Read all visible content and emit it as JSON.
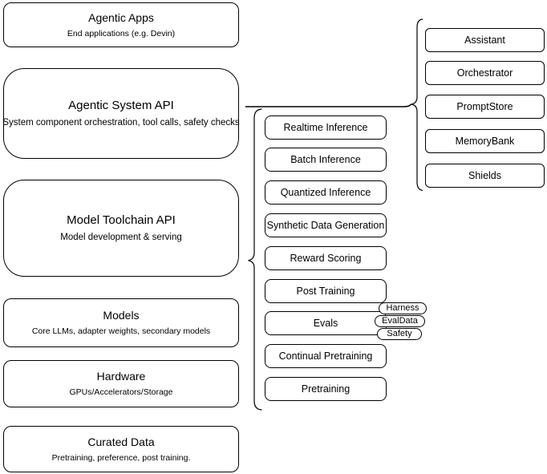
{
  "left_column": {
    "boxes": [
      {
        "title": "Agentic Apps",
        "subtitle": "End applications (e.g. Devin)"
      },
      {
        "title": "Agentic System API",
        "subtitle": "System component orchestration, tool calls, safety checks"
      },
      {
        "title": "Model Toolchain API",
        "subtitle": "Model development & serving"
      },
      {
        "title": "Models",
        "subtitle": "Core LLMs, adapter weights, secondary models"
      },
      {
        "title": "Hardware",
        "subtitle": "GPUs/Accelerators/Storage"
      },
      {
        "title": "Curated Data",
        "subtitle": "Pretraining, preference, post training."
      }
    ]
  },
  "middle_column": {
    "boxes": [
      {
        "label": "Realtime Inference"
      },
      {
        "label": "Batch Inference"
      },
      {
        "label": "Quantized Inference"
      },
      {
        "label": "Synthetic Data Generation"
      },
      {
        "label": "Reward Scoring"
      },
      {
        "label": "Post Training"
      },
      {
        "label": "Evals"
      },
      {
        "label": "Continual Pretraining"
      },
      {
        "label": "Pretraining"
      }
    ]
  },
  "right_column": {
    "boxes": [
      {
        "label": "Assistant"
      },
      {
        "label": "Orchestrator"
      },
      {
        "label": "PromptStore"
      },
      {
        "label": "MemoryBank"
      },
      {
        "label": "Shields"
      }
    ]
  },
  "eval_pills": [
    {
      "label": "Harness"
    },
    {
      "label": "EvalData"
    },
    {
      "label": "Safety"
    }
  ],
  "colors": {
    "stroke": "#000000",
    "fill": "#ffffff",
    "text": "#000000"
  }
}
